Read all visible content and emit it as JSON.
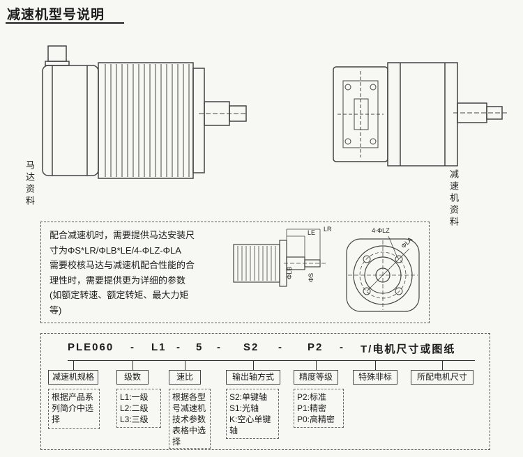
{
  "page": {
    "title": "减速机型号说明"
  },
  "labels": {
    "motor_data": "马达资料",
    "gearbox_data": "减速机资料"
  },
  "note": {
    "text": "配合减速机时，需要提供马达安装尺\n寸为ΦS*LR/ΦLB*LE/4-ΦLZ-ΦLA\n需要校核马达与减速机配合性能的合\n理性时，需要提供更为详细的参数\n(如额定转速、额定转矩、最大力矩\n等)",
    "dims": {
      "lr": "LR",
      "le": "LE",
      "lz": "4-ΦLZ",
      "la": "ΦLA",
      "s": "ΦS",
      "lb": "ΦLB"
    }
  },
  "model": {
    "separator": "-",
    "segments": [
      "PLE060",
      "L1",
      "5",
      "S2",
      "P2",
      "T/电机尺寸或图纸"
    ]
  },
  "breakdown": [
    {
      "title": "减速机规格",
      "detail": "根据产品系列简介中选择"
    },
    {
      "title": "级数",
      "detail": "L1:一级\nL2:二级\nL3:三级"
    },
    {
      "title": "速比",
      "detail": "根据各型号减速机技术参数表格中选择"
    },
    {
      "title": "输出轴方式",
      "detail": "S2:单键轴\nS1:光轴\nK:空心单键轴"
    },
    {
      "title": "精度等级",
      "detail": "P2:标准\nP1:精密\nP0:高精密"
    },
    {
      "title": "特殊非标",
      "detail": ""
    },
    {
      "title": "所配电机尺寸",
      "detail": ""
    }
  ],
  "colors": {
    "ink": "#1c1c1c",
    "line": "#444444",
    "paper": "#f7f7f3"
  }
}
